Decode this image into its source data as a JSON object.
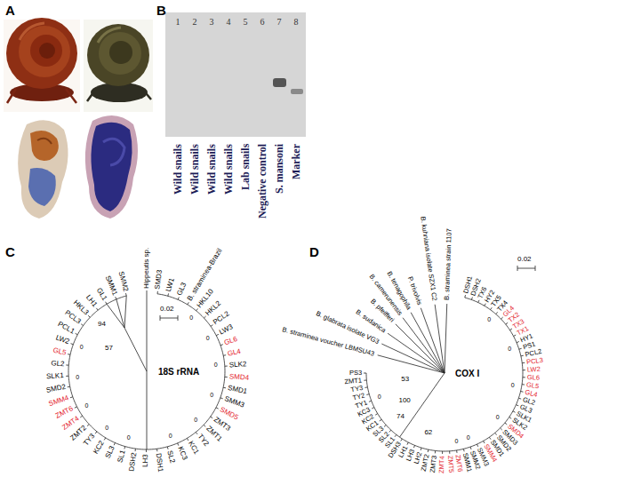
{
  "diagram": {
    "labels": [
      "A",
      "B",
      "1",
      "2",
      "3",
      "4",
      "5",
      "6",
      "7",
      "8",
      "Wild snails",
      "Wild snails",
      "Wild snails",
      "Wild snails",
      "Lab snails",
      "Negative control",
      "S. mansoni",
      "Marker",
      "C",
      "D",
      "18S rRNA",
      "0.02",
      "94",
      "57",
      "Hippeutis sp.",
      "SMD3",
      "LW1",
      "GL3",
      "B. straminea-Brazil",
      "HKL10",
      "HKL2",
      "PCL2",
      "LW3",
      "GL6",
      "GL4",
      "SLK2",
      "SMD4",
      "SMD1",
      "SMM3",
      "SMD5",
      "ZMT3",
      "ZMT1",
      "TY2",
      "KC1",
      "KC3",
      "SL2",
      "DSH1",
      "LH3",
      "DSH2",
      "SL1",
      "SL3",
      "KC2",
      "TY3",
      "ZMT2",
      "ZMT4",
      "ZMT6",
      "SMM4",
      "SMD2",
      "SLK1",
      "GL2",
      "GL5",
      "LW2",
      "PCL1",
      "PCL3",
      "HKL3",
      "LH1",
      "GL1",
      "SMM1",
      "SMM2",
      "0",
      "0",
      "0",
      "0",
      "0",
      "0",
      "0",
      "0",
      "0",
      "0",
      "0",
      "COX I",
      "0.02",
      "100",
      "74",
      "62",
      "53",
      "B. straminea voucher LBMSU43",
      "B. glabrata isolate VG3",
      "B. sudanica",
      "B. pfeifferi",
      "B. camerunensis",
      "B. tenagophila",
      "P. trivolvis",
      "B. kuhniana isolate SZX1 C2",
      "B. straminea strain 1107",
      "DSH1",
      "DSH2",
      "TX6",
      "HY2",
      "TX5",
      "TX4",
      "GL4",
      "TX2",
      "TX3",
      "TX1",
      "HY1",
      "PS1",
      "PCL2",
      "PCL3",
      "LW2",
      "GL6",
      "GL5",
      "GL4",
      "GL2",
      "GL3",
      "SLK1",
      "SLK2",
      "SMD4",
      "SMD3",
      "SMD2",
      "SMD1",
      "SMM4",
      "SMM3",
      "SMM2",
      "SMM1",
      "ZMT6",
      "ZMT5",
      "ZMT4",
      "ZMT3",
      "ZMT2",
      "LH2",
      "LH3",
      "LH1",
      "DSH3",
      "SL1",
      "SL2",
      "SL3",
      "KC1",
      "KC2",
      "KC3",
      "TY1",
      "TY2",
      "TY3",
      "ZMT1",
      "PS3",
      "0",
      "0",
      "0",
      "0",
      "0",
      "0",
      "0"
    ]
  }
}
